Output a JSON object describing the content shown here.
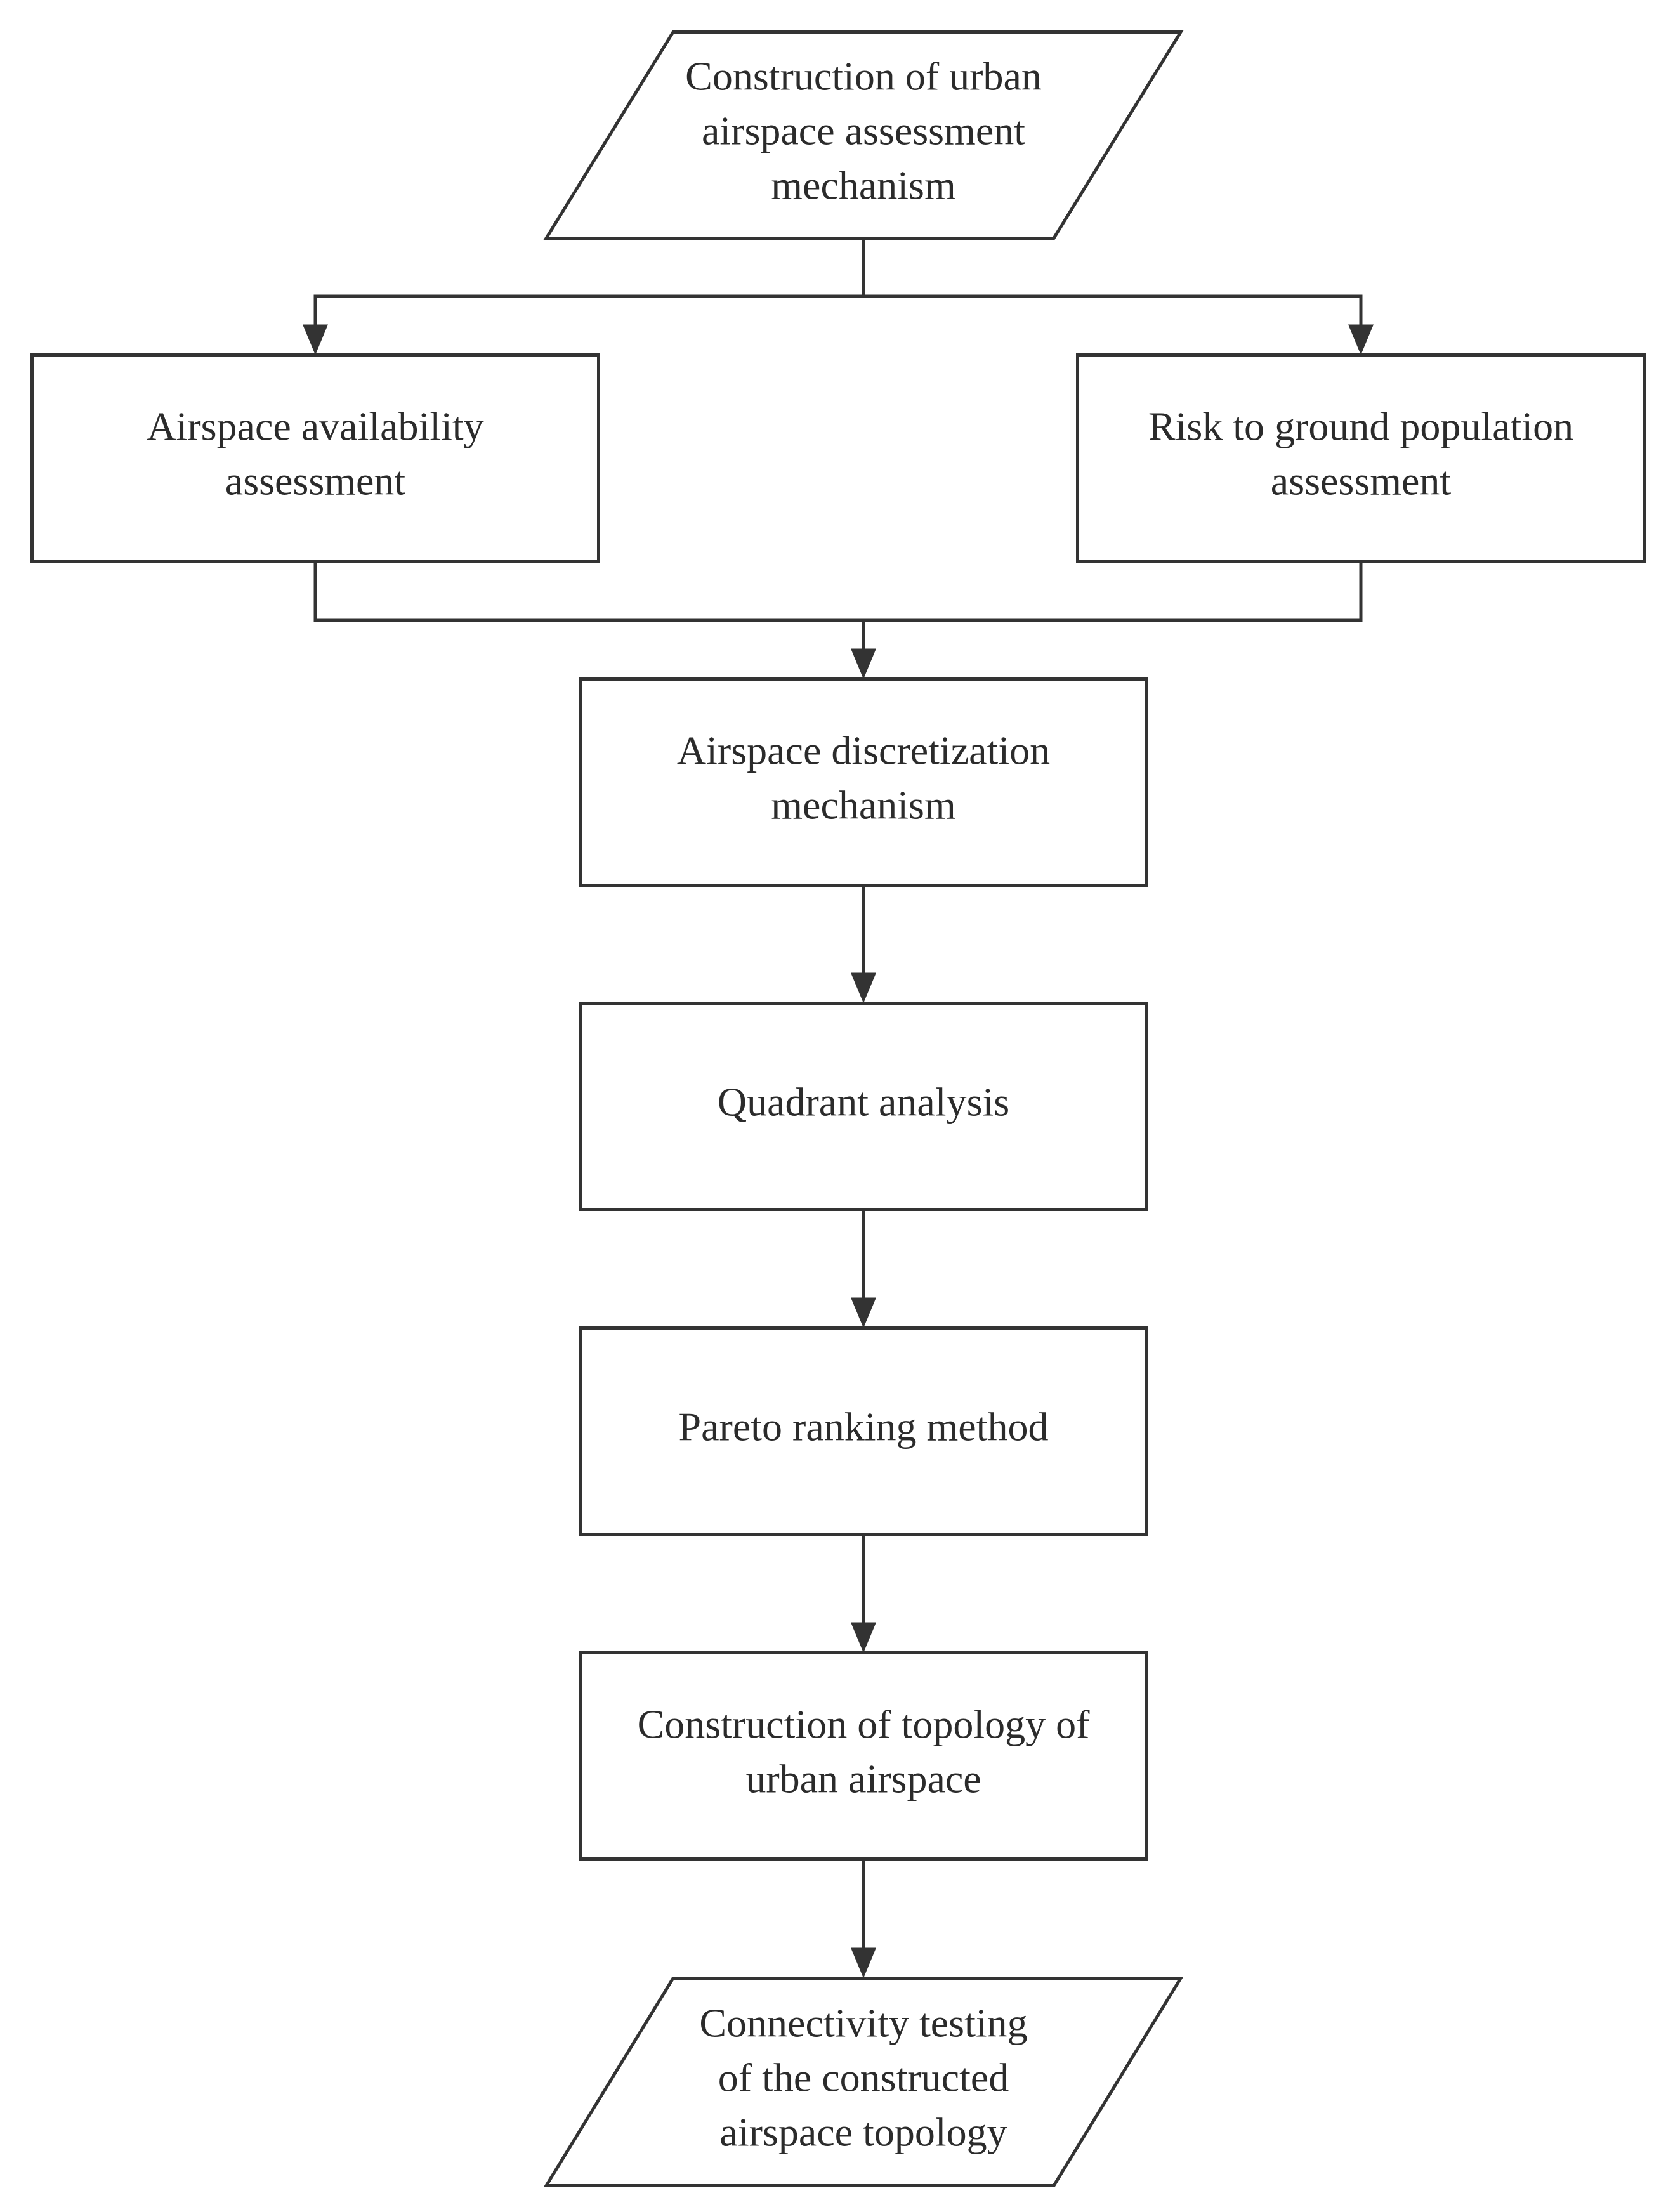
{
  "diagram": {
    "type": "flowchart",
    "colors": {
      "stroke": "#333333",
      "text": "#2b2b2b",
      "fill": "#ffffff",
      "background": "#ffffff"
    },
    "nodes": [
      {
        "id": "construction-assessment-mechanism",
        "shape": "parallelogram",
        "lines": [
          "Construction of urban",
          "airspace assessment",
          "mechanism"
        ]
      },
      {
        "id": "airspace-availability-assessment",
        "shape": "rectangle",
        "lines": [
          "Airspace availability",
          "assessment"
        ]
      },
      {
        "id": "risk-ground-population-assessment",
        "shape": "rectangle",
        "lines": [
          "Risk to ground population",
          "assessment"
        ]
      },
      {
        "id": "airspace-discretization-mechanism",
        "shape": "rectangle",
        "lines": [
          "Airspace discretization",
          "mechanism"
        ]
      },
      {
        "id": "quadrant-analysis",
        "shape": "rectangle",
        "lines": [
          "Quadrant analysis"
        ]
      },
      {
        "id": "pareto-ranking-method",
        "shape": "rectangle",
        "lines": [
          "Pareto ranking method"
        ]
      },
      {
        "id": "construction-topology",
        "shape": "rectangle",
        "lines": [
          "Construction of topology of",
          "urban airspace"
        ]
      },
      {
        "id": "connectivity-testing",
        "shape": "parallelogram",
        "lines": [
          "Connectivity testing",
          "of the constructed",
          "airspace topology"
        ]
      }
    ],
    "edges": [
      {
        "from": "construction-assessment-mechanism",
        "to": "airspace-availability-assessment"
      },
      {
        "from": "construction-assessment-mechanism",
        "to": "risk-ground-population-assessment"
      },
      {
        "from": "airspace-availability-assessment",
        "to": "airspace-discretization-mechanism"
      },
      {
        "from": "risk-ground-population-assessment",
        "to": "airspace-discretization-mechanism"
      },
      {
        "from": "airspace-discretization-mechanism",
        "to": "quadrant-analysis"
      },
      {
        "from": "quadrant-analysis",
        "to": "pareto-ranking-method"
      },
      {
        "from": "pareto-ranking-method",
        "to": "construction-topology"
      },
      {
        "from": "construction-topology",
        "to": "connectivity-testing"
      }
    ]
  }
}
